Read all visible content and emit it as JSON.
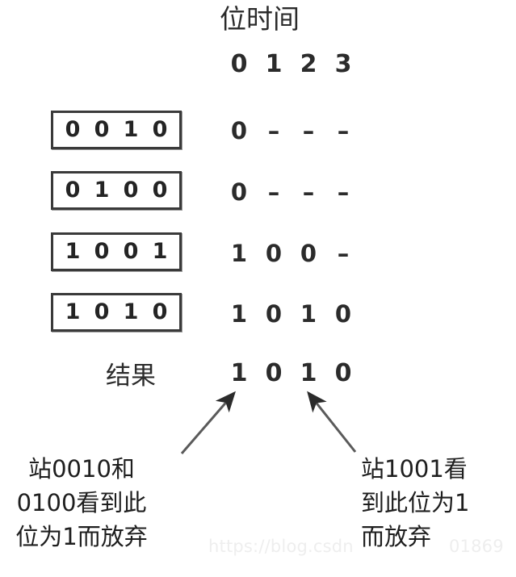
{
  "figure": {
    "title": "位时间",
    "background_color": "#ffffff",
    "ink_color": "#2b2b2b"
  },
  "bit_time_header": {
    "label": "位时间",
    "ticks": [
      "0",
      "1",
      "2",
      "3"
    ]
  },
  "rows": [
    {
      "station_address": [
        "0",
        "0",
        "1",
        "0"
      ],
      "transmitted": [
        "0",
        "–",
        "–",
        "–"
      ]
    },
    {
      "station_address": [
        "0",
        "1",
        "0",
        "0"
      ],
      "transmitted": [
        "0",
        "–",
        "–",
        "–"
      ]
    },
    {
      "station_address": [
        "1",
        "0",
        "0",
        "1"
      ],
      "transmitted": [
        "1",
        "0",
        "0",
        "–"
      ]
    },
    {
      "station_address": [
        "1",
        "0",
        "1",
        "0"
      ],
      "transmitted": [
        "1",
        "0",
        "1",
        "0"
      ]
    }
  ],
  "result": {
    "label": "结果",
    "bits": [
      "1",
      "0",
      "1",
      "0"
    ]
  },
  "annotations": {
    "left": {
      "lines": [
        "站0010和",
        "0100看到此",
        "位为1而放弃"
      ],
      "arrow_target_bit_index": 0
    },
    "right": {
      "lines": [
        "站1001看",
        "到此位为1",
        "而放弃"
      ],
      "arrow_target_bit_index": 2
    }
  },
  "watermark": {
    "text": "https://blog.csdn",
    "trailing": "01869"
  }
}
